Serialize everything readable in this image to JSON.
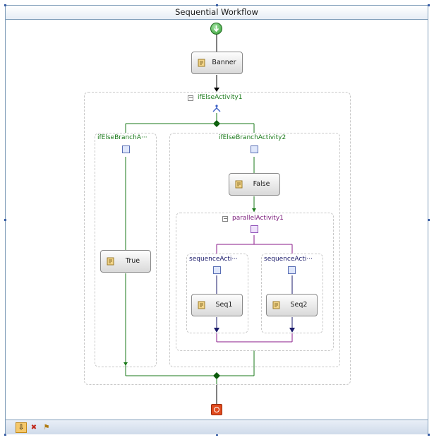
{
  "designer": {
    "title": "Sequential Workflow"
  },
  "activities": {
    "banner": "Banner",
    "if_else": "ifElseActivity1",
    "branch1": "ifElseBranchA···",
    "branch2": "ifElseBranchActivity2",
    "true_act": "True",
    "false_act": "False",
    "parallel": "parallelActivity1",
    "seq_left": "sequenceActi···",
    "seq_right": "sequenceActi···",
    "seq1": "Seq1",
    "seq2": "Seq2"
  },
  "colors": {
    "connector_main": "#000000",
    "connector_ifelse": "#1a7a1a",
    "connector_parallel": "#8a1a8a",
    "connector_sequence": "#1a1a6a",
    "end_icon": "#e04b1f",
    "start_icon": "#3aa33a"
  },
  "icons": {
    "start": "start-circle-icon",
    "end": "stop-circle-icon",
    "code_activity": "code-activity-icon"
  }
}
